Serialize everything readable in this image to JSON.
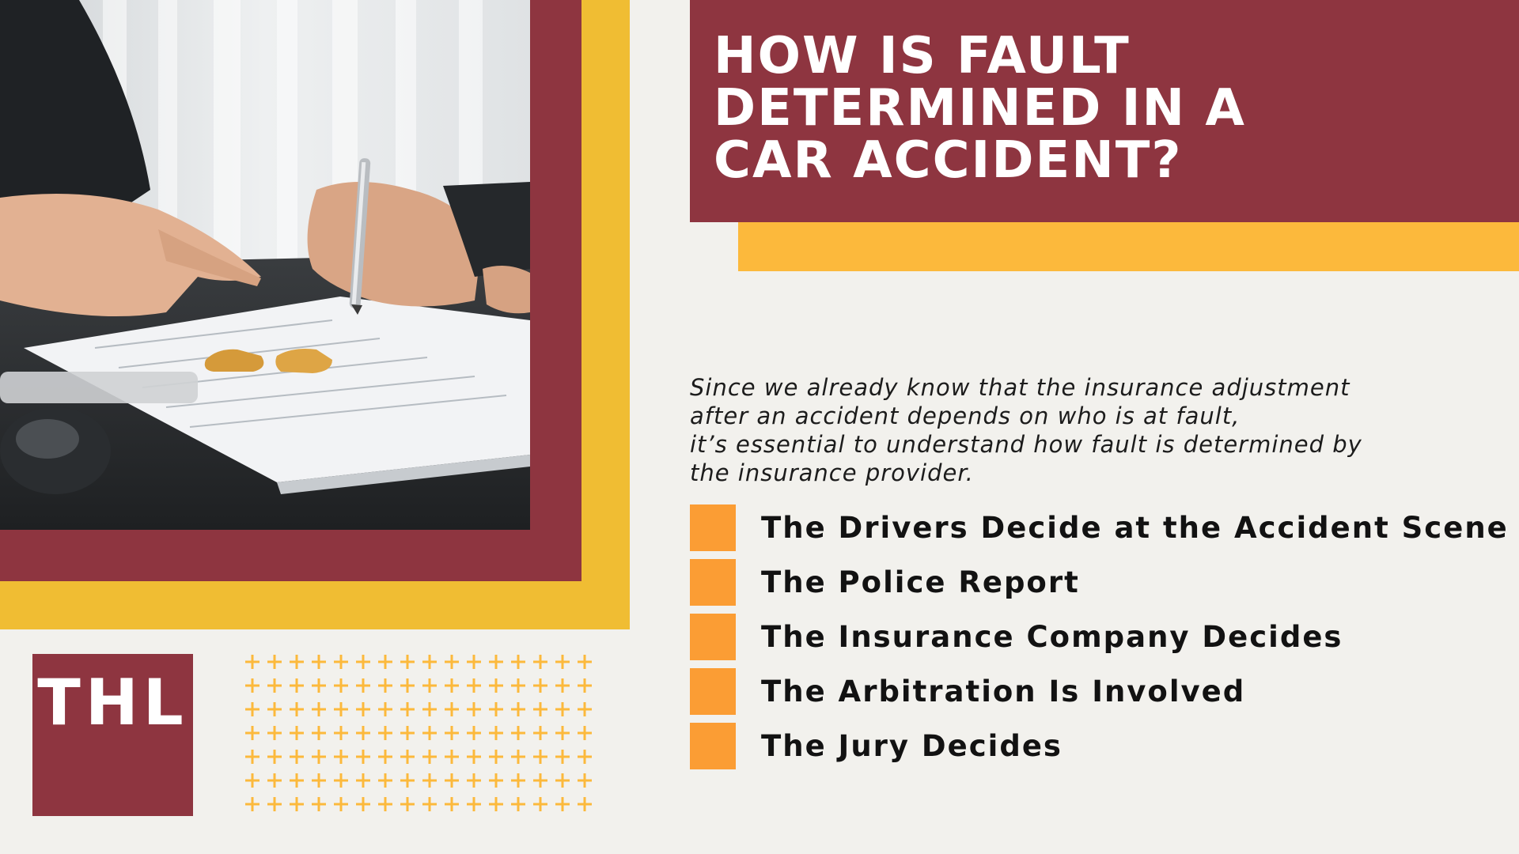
{
  "colors": {
    "maroon": "#8e3540",
    "yellow": "#f0bd33",
    "accent_yellow": "#fcb93c",
    "bullet_orange": "#fb9d34",
    "background": "#f2f1ed"
  },
  "logo": {
    "text": "THL"
  },
  "title": {
    "lines": [
      "HOW IS FAULT",
      "DETERMINED IN A",
      "CAR ACCIDENT?"
    ]
  },
  "intro": {
    "lines": [
      "Since we already know that the insurance adjustment",
      "after an accident depends on who is at fault,",
      "it’s essential to understand how fault is determined by",
      "the insurance provider."
    ]
  },
  "list": {
    "items": [
      {
        "label": "The Drivers Decide at the Accident Scene"
      },
      {
        "label": "The Police Report"
      },
      {
        "label": "The Insurance Company Decides"
      },
      {
        "label": "The Arbitration Is Involved"
      },
      {
        "label": "The Jury Decides"
      }
    ]
  },
  "photo": {
    "icon": "contract-signing-photo"
  },
  "decor": {
    "icon": "plus-pattern"
  }
}
